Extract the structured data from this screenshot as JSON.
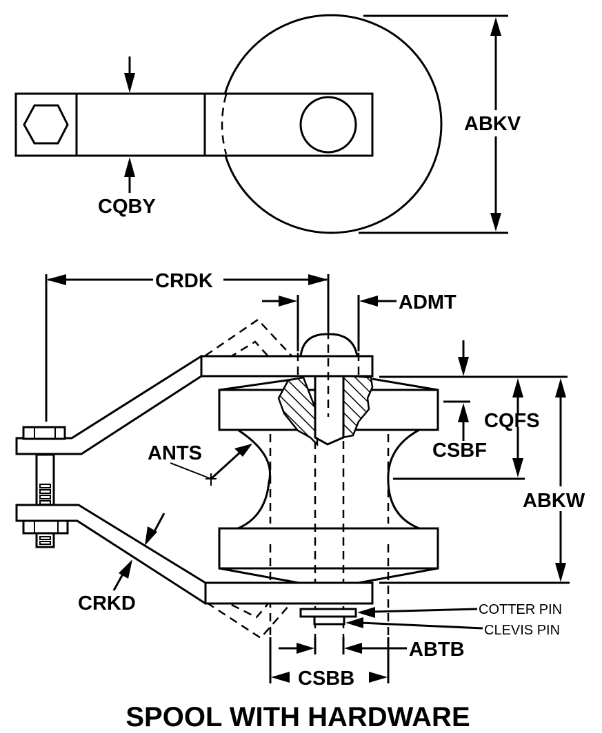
{
  "title": "SPOOL WITH HARDWARE",
  "dimensions": {
    "abkv": "ABKV",
    "cqby": "CQBY",
    "crdk": "CRDK",
    "admt": "ADMT",
    "cqfs": "CQFS",
    "csbf": "CSBF",
    "ants": "ANTS",
    "abkw": "ABKW",
    "crkd": "CRKD",
    "abtb": "ABTB",
    "csbb": "CSBB"
  },
  "callouts": {
    "cotter_pin": "COTTER PIN",
    "clevis_pin": "CLEVIS PIN"
  }
}
